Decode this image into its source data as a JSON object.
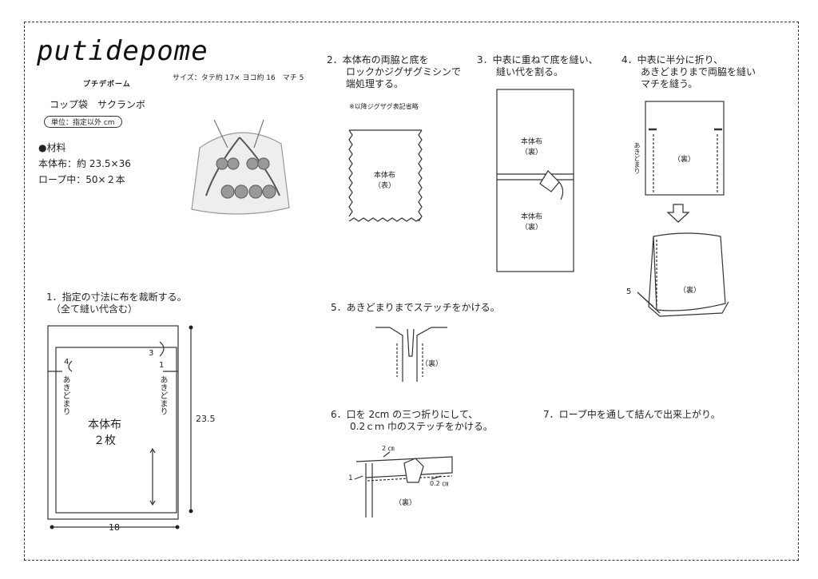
{
  "header": {
    "logo": "putidepome",
    "brand_kana": "プチデポーム",
    "size_text": "サイズ：タテ約 17× ヨコ約 16　マチ 5",
    "product_name": "コップ袋　サクランボ",
    "unit_note": "単位：指定以外 cm"
  },
  "materials": {
    "heading": "●材料",
    "items": [
      "本体布：約 23.5×36",
      "ロープ中：50×２本"
    ]
  },
  "steps": {
    "s1": "1．指定の寸法に布を裁断する。\n　（全て縫い代含む）",
    "s2": "2．本体布の両脇と底を\n　　ロックかジグザグミシンで\n　　端処理する。",
    "s2_note": "※以降ジグザグ表記省略",
    "s3": "3．中表に重ねて底を縫い、\n　　縫い代を割る。",
    "s4": "4．中表に半分に折り、\n　　あきどまりまで両脇を縫い\n　　マチを縫う。",
    "s5": "5．あきどまりまでステッチをかける。",
    "s6": "6．口を 2cm の三つ折りにして、\n　　0.2ｃｍ 巾のステッチをかける。",
    "s7": "7．ロープ中を通して結んで出来上がり。"
  },
  "labels": {
    "fabric_2pcs": "本体布\n２枚",
    "akidomari": "あきどまり",
    "fabric_front": "本体布\n（表）",
    "fabric_back": "本体布\n（裏）",
    "back": "（裏）",
    "dim_height": "23.5",
    "dim_width": "18",
    "n1": "1",
    "n3": "3",
    "n4": "4",
    "n5": "5",
    "dim_2cm": "2 ㎝",
    "dim_02cm": "0.2 ㎝"
  }
}
